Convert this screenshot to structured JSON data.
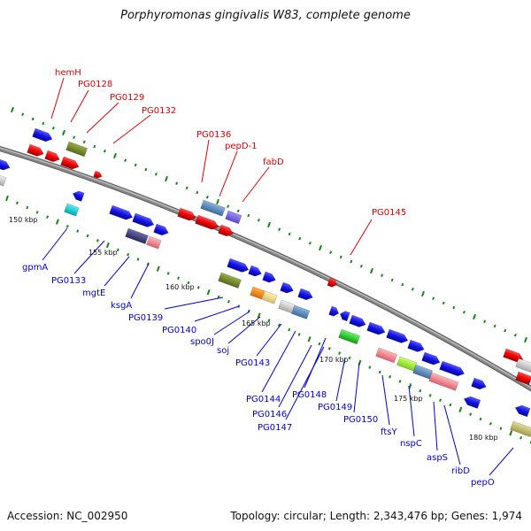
{
  "title": "Porphyromonas gingivalis W83, complete genome",
  "footer": {
    "accession": "Accession: NC_002950",
    "summary": "Topology: circular; Length: 2,343,476 bp; Genes: 1,974"
  },
  "colors": {
    "top_label": "#e00000",
    "bottom_label": "#0000cc",
    "backbone": "#888888",
    "tick": "#118811"
  },
  "scale_labels": [
    "150 kbp",
    "155 kbp",
    "160 kbp",
    "165 kbp",
    "170 kbp",
    "175 kbp",
    "180 kbp"
  ],
  "top_labels": [
    "hemH",
    "PG0128",
    "PG0129",
    "PG0132",
    "PG0136",
    "pepD-1",
    "fabD",
    "PG0145"
  ],
  "bottom_labels": [
    "gpmA",
    "PG0133",
    "mgtE",
    "ksgA",
    "PG0139",
    "PG0140",
    "spo0J",
    "soj",
    "PG0143",
    "PG0144",
    "PG0146",
    "PG0147",
    "PG0148",
    "PG0149",
    "PG0150",
    "ftsY",
    "nspC",
    "aspS",
    "ribD",
    "pepO"
  ]
}
